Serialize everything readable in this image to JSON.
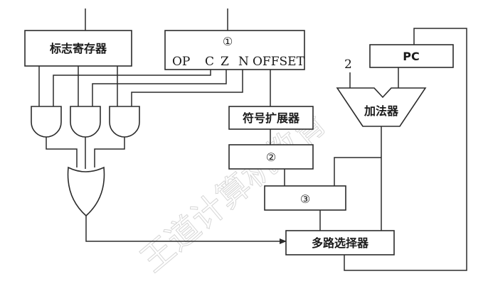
{
  "blocks": {
    "flag_register": "标志寄存器",
    "instr_circle": "①",
    "sign_extender": "符号扩展器",
    "box2_circle": "②",
    "box3_circle": "③",
    "pc": "PC",
    "adder": "加法器",
    "mux": "多路选择器"
  },
  "fields": {
    "op": "OP",
    "c": "C",
    "z": "Z",
    "n": "N",
    "offset": "OFFSET"
  },
  "adder_constant": "2",
  "watermark": "王道计算机教育"
}
